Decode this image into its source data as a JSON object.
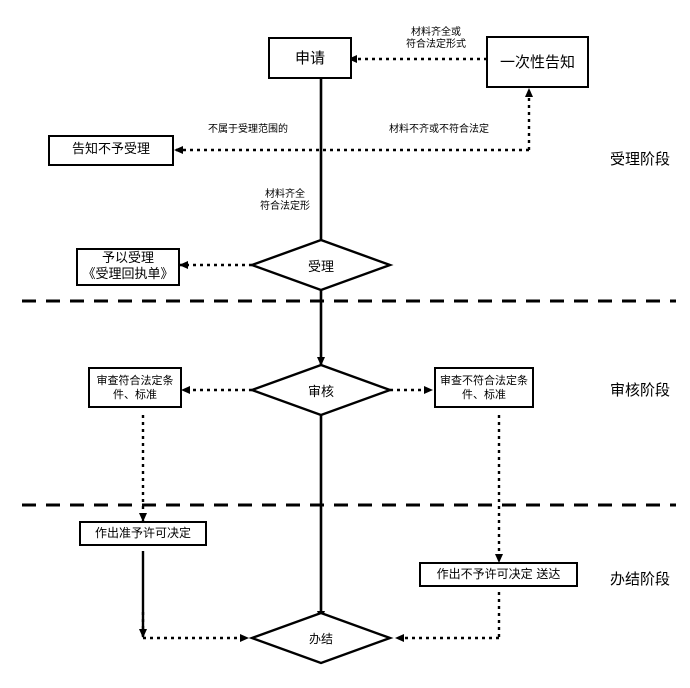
{
  "diagram": {
    "title_present": false,
    "type": "administrative-license-flowchart",
    "colors": {
      "stroke": "#000000",
      "background": "#ffffff",
      "text": "#000000"
    },
    "nodes": [
      {
        "id": "apply",
        "shape": "rect",
        "label": "申请"
      },
      {
        "id": "one-time-notice",
        "shape": "rect",
        "label": "一次性告知"
      },
      {
        "id": "notify-reject",
        "shape": "rect",
        "label": "告知不予受理"
      },
      {
        "id": "accept",
        "shape": "diamond",
        "label": "受理"
      },
      {
        "id": "accept-grant",
        "shape": "rect",
        "label": "予以受理\n《受理回执单》"
      },
      {
        "id": "review",
        "shape": "diamond",
        "label": "审核"
      },
      {
        "id": "review-pass",
        "shape": "rect",
        "label": "审查符合法定条\n件、标准"
      },
      {
        "id": "review-fail",
        "shape": "rect",
        "label": "审查不符合法定条\n件、标准"
      },
      {
        "id": "decide-approve",
        "shape": "rect",
        "label": "作出准予许可决定"
      },
      {
        "id": "decide-deny",
        "shape": "rect",
        "label": "作出不予许可决定   送达"
      },
      {
        "id": "complete",
        "shape": "diamond",
        "label": "办结"
      }
    ],
    "edge_labels": [
      {
        "id": "materials-complete-or-legal",
        "text": "材料齐全或\n符合法定形式"
      },
      {
        "id": "not-in-accept-scope",
        "text": "不属于受理范围的"
      },
      {
        "id": "materials-incomplete",
        "text": "材料不齐或不符合法定"
      },
      {
        "id": "materials-complete-legal",
        "text": "材料齐全\n符合法定形"
      }
    ],
    "stages": [
      {
        "id": "stage-accept",
        "label": "受理阶段"
      },
      {
        "id": "stage-review",
        "label": "审核阶段"
      },
      {
        "id": "stage-complete",
        "label": "办结阶段"
      }
    ]
  }
}
